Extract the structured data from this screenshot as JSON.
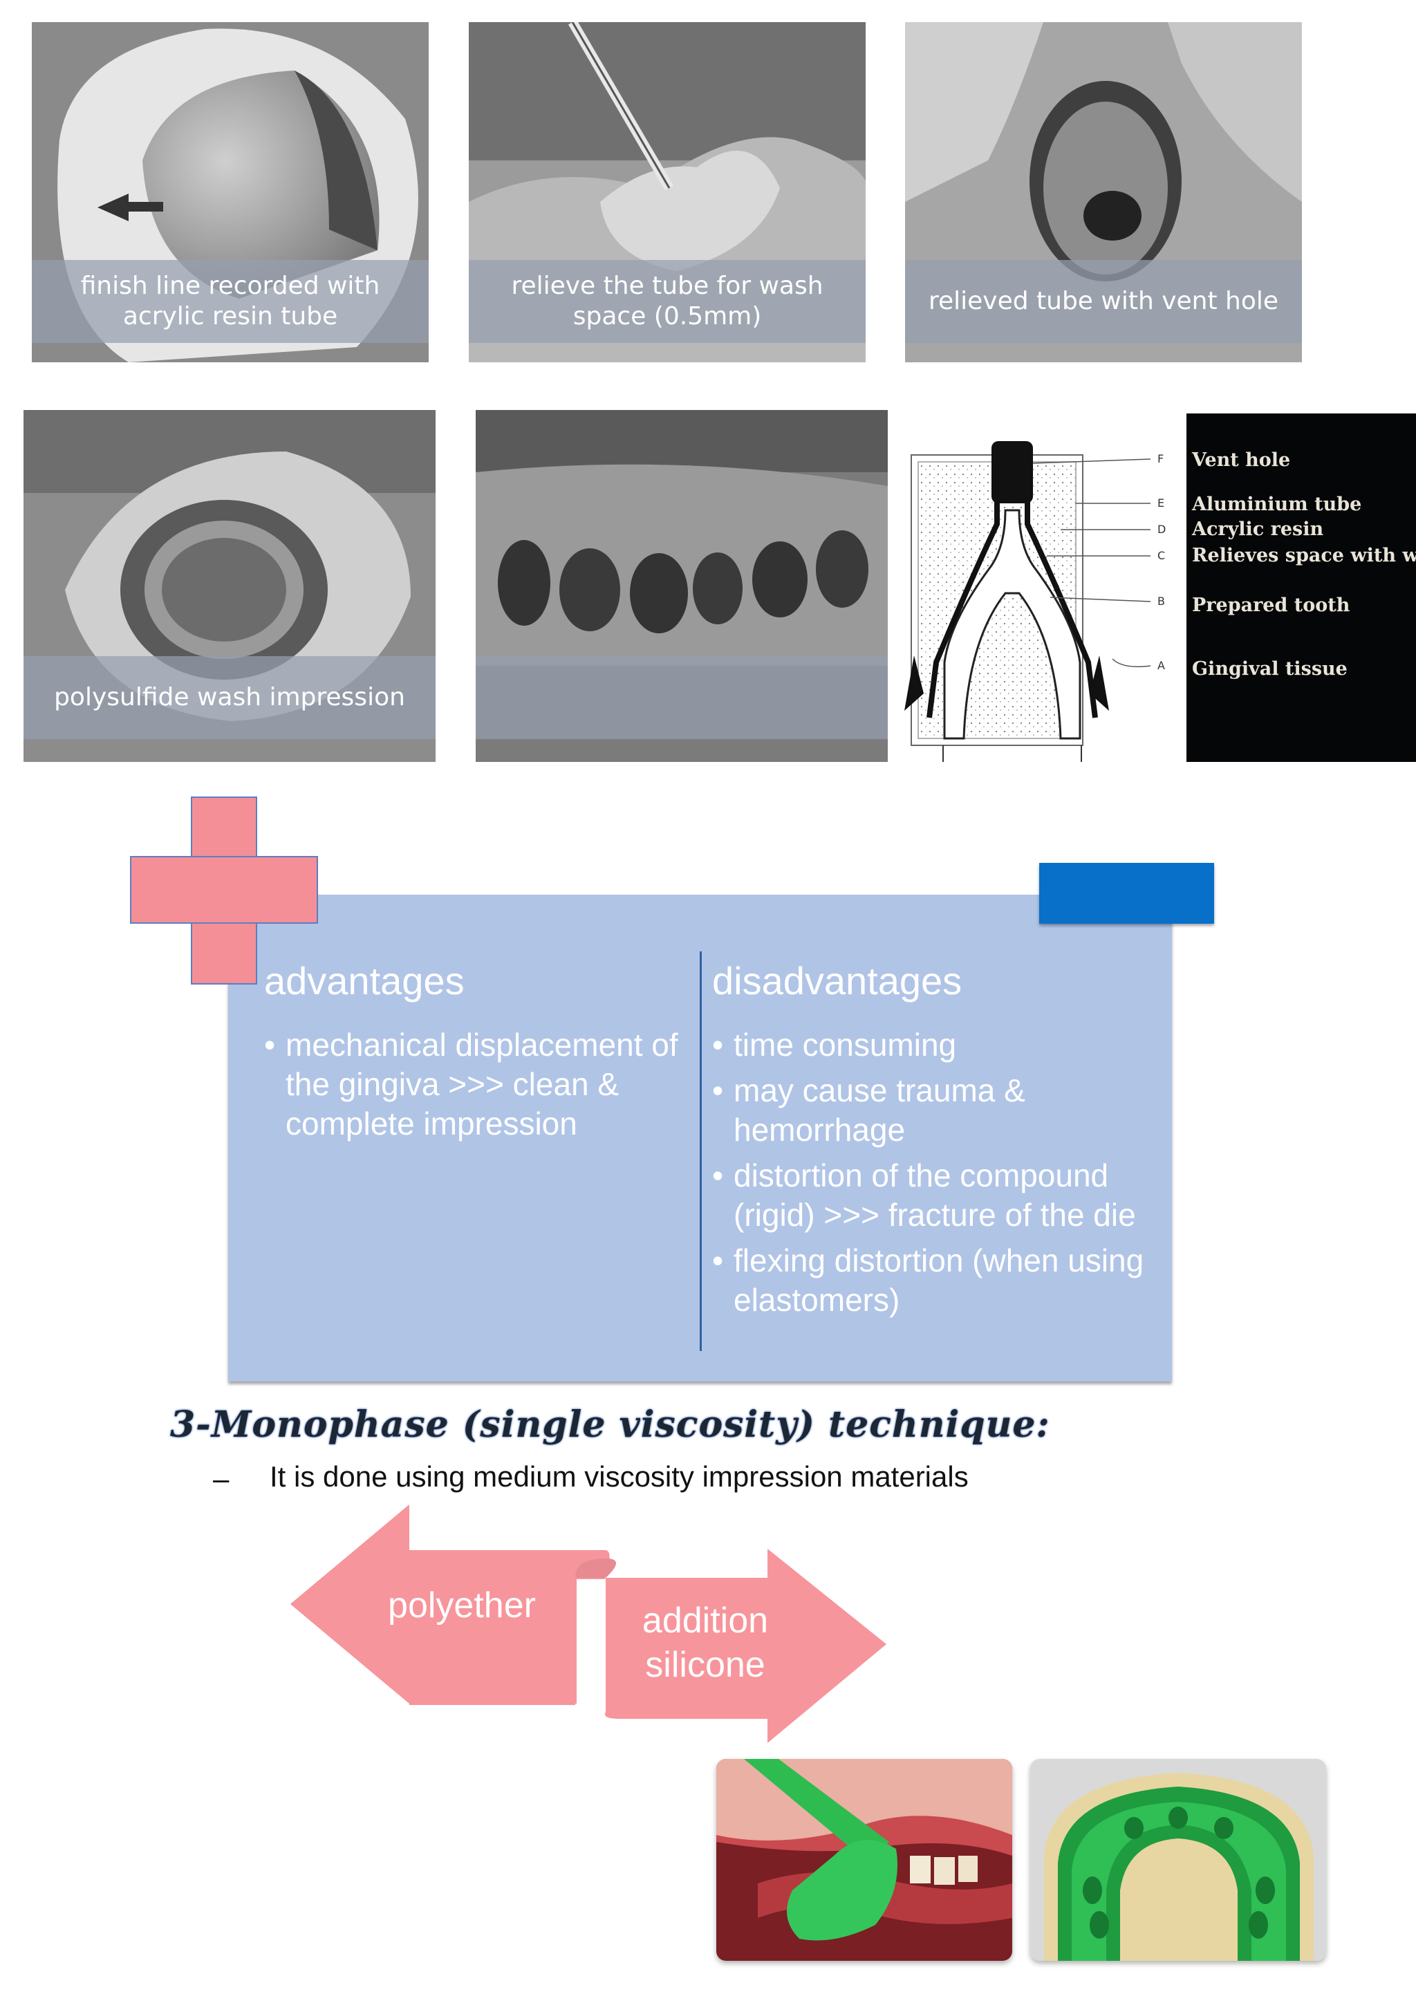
{
  "photos": {
    "row1": [
      {
        "caption": "finish line recorded with acrylic resin tube"
      },
      {
        "caption": "relieve the tube for wash space (0.5mm)"
      },
      {
        "caption": "relieved tube with vent hole"
      }
    ],
    "row2": [
      {
        "caption": "polysulfide  wash impression"
      },
      {
        "caption": ""
      }
    ]
  },
  "diagram": {
    "letters": [
      "F",
      "E",
      "D",
      "C",
      "B",
      "A"
    ],
    "legend": [
      "Vent hole",
      "Aluminium tube",
      "Acrylic resin",
      "Relieves space with wash",
      "Prepared tooth",
      "Gingival tissue"
    ]
  },
  "pros_cons": {
    "advantages_heading": "advantages",
    "advantages": [
      "mechanical displacement of the gingiva >>> clean & complete impression"
    ],
    "disadvantages_heading": "disadvantages",
    "disadvantages": [
      "time consuming",
      "may cause trauma & hemorrhage",
      "distortion of the compound (rigid) >>> fracture of the die",
      "flexing distortion (when using elastomers)"
    ]
  },
  "monophase": {
    "heading": "3-Monophase (single viscosity) technique:",
    "dash": "–",
    "text": "It is done using medium viscosity impression materials"
  },
  "arrows": {
    "left": "polyether",
    "right": "addition silicone"
  },
  "colors": {
    "box": "#b0c4e6",
    "plus": "#f58f97",
    "minus": "#0870c8",
    "arrow": "#f7959c",
    "impression_green": "#2db24a"
  }
}
